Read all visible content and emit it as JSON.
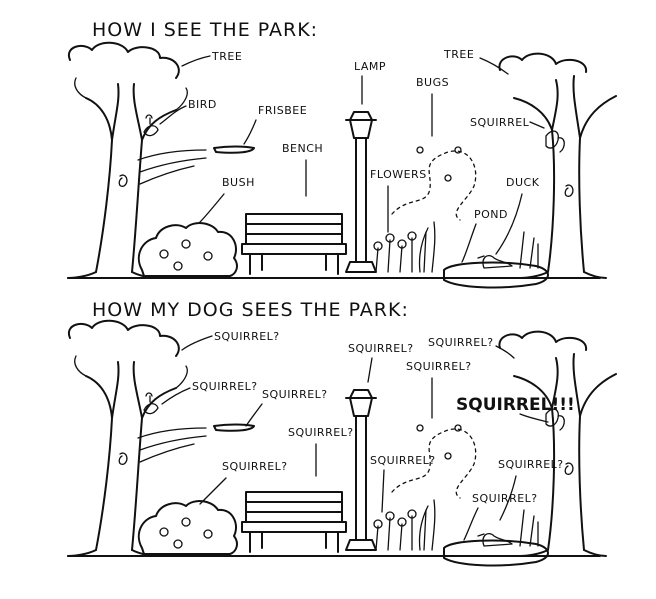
{
  "panel_top": {
    "title": "HOW I SEE THE PARK:",
    "labels": {
      "tree_left": "TREE",
      "bird": "BIRD",
      "frisbee": "FRISBEE",
      "bench": "BENCH",
      "bush": "BUSH",
      "lamp": "LAMP",
      "bugs": "BUGS",
      "tree_right": "TREE",
      "squirrel": "SQUIRREL",
      "flowers": "FLOWERS",
      "duck": "DUCK",
      "pond": "POND"
    }
  },
  "panel_bottom": {
    "title": "HOW MY DOG SEES THE PARK:",
    "labels": {
      "tree_left": "SQUIRREL?",
      "bird": "SQUIRREL?",
      "frisbee": "SQUIRREL?",
      "bench": "SQUIRREL?",
      "bush": "SQUIRREL?",
      "lamp": "SQUIRREL?",
      "tree_right": "SQUIRREL?",
      "bugs": "SQUIRREL?",
      "squirrel": "SQUIRREL!!!",
      "flowers": "SQUIRREL?",
      "duck": "SQUIRREL?",
      "pond": "SQUIRREL?"
    }
  }
}
